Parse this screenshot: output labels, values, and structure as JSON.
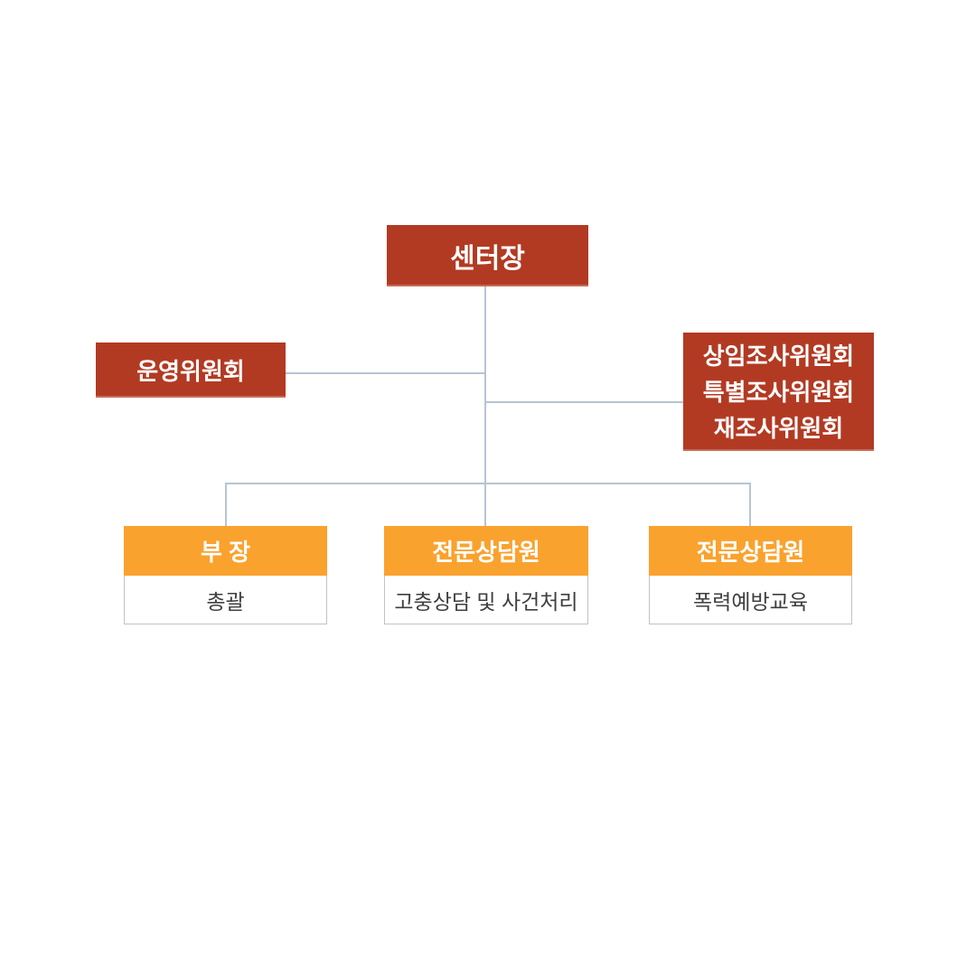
{
  "colors": {
    "committee_box": "#b23a23",
    "department_header": "#faa22e",
    "connector_line": "#b7c4d1",
    "body_border": "#c2c2c2",
    "body_text": "#3f3f3f"
  },
  "chart": {
    "type": "org-chart",
    "root": {
      "label": "센터장"
    },
    "steering_committee": {
      "label": "운영위원회"
    },
    "investigation_committee": {
      "lines": [
        "상임조사위원회",
        "특별조사위원회",
        "재조사위원회"
      ]
    },
    "departments": [
      {
        "title": "부 장",
        "role": "총괄"
      },
      {
        "title": "전문상담원",
        "role": "고충상담 및 사건처리"
      },
      {
        "title": "전문상담원",
        "role": "폭력예방교육"
      }
    ]
  }
}
